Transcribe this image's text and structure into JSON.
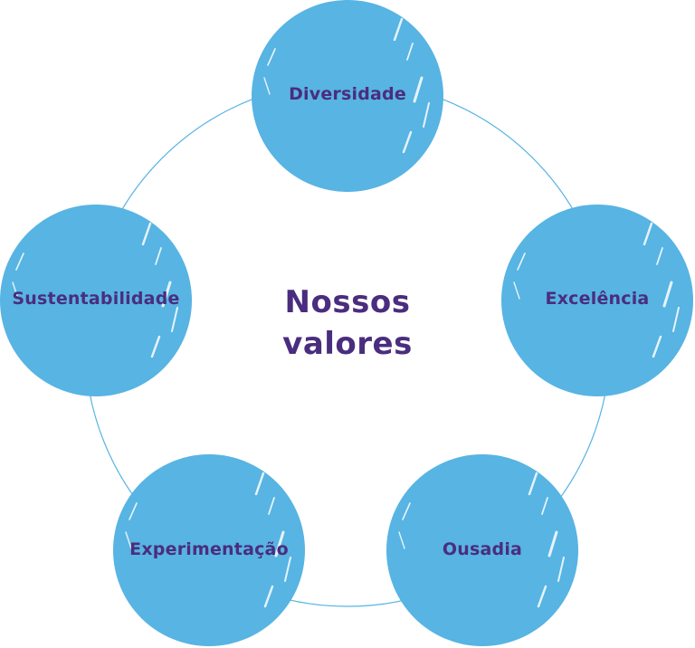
{
  "diagram": {
    "center_title": {
      "line1": "Nossos",
      "line2": "valores"
    },
    "values": [
      {
        "label": "Diversidade"
      },
      {
        "label": "Excelência"
      },
      {
        "label": "Ousadia"
      },
      {
        "label": "Experimentação"
      },
      {
        "label": "Sustentabilidade"
      }
    ]
  },
  "colors": {
    "circle_fill": "#57b4e3",
    "ring_stroke": "#57b4e3",
    "text": "#4a2d7e",
    "highlight": "#ffffff"
  }
}
